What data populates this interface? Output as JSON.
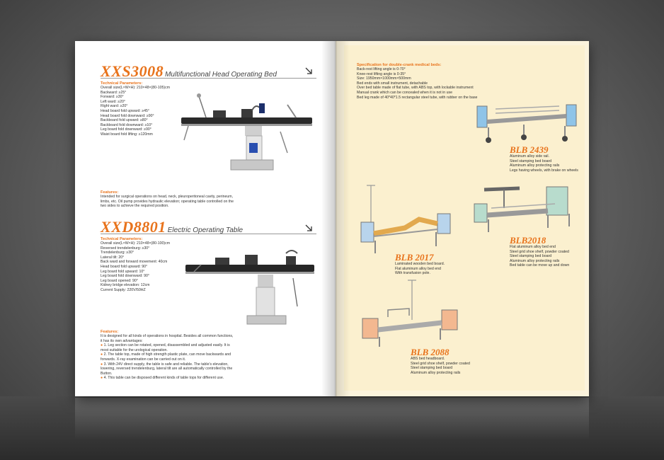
{
  "left_page": {
    "product1": {
      "code": "XXS3008",
      "name": "Multifunctional Head Operating Bed",
      "params_heading": "Technical Parameters:",
      "params": [
        "Overall size(L×W×H): 210×48×(80-105)cm",
        "Backward: ≥25°",
        "Forward: ≥30°",
        "Left ward: ≥20°",
        "Right ward: ≥20°",
        "Head board fold upward: ≥45°",
        "Head board fold downward: ≥90°",
        "Backboard fold upward: ≥80°",
        "Backboard fold downward: ≥10°",
        "Leg board fold downward: ≥90°",
        "Waist board fold lifting: ≥120mm"
      ],
      "features_heading": "Features:",
      "features": [
        "Intended for surgical operations on head, neck, pleuroperitoneal cavity, perineum,",
        "limbs, etc. Oil pump provides hydraulic elevation; operating table controlled on the",
        "two sides to achieve the required position."
      ]
    },
    "product2": {
      "code": "XXD8801",
      "name": "Electric Operating Table",
      "params_heading": "Technical Parameters:",
      "params": [
        "Overall size(L×W×H): 210×48×(80-100)cm",
        "Reversed trendelenburg: ≥30°",
        "Trendelenburg: ≥30°",
        "Lateral tilt: 20°",
        "Back ward and forward movement: 40cm",
        "Head board fold upward: 90°",
        "Leg board fold upward: 10°",
        "Leg board fold downward: 90°",
        "Leg board opened: 90°",
        "Kidney bridge elevation: 12cm",
        "Current Supply: 220V/50HZ"
      ],
      "features_heading": "Features:",
      "features_intro": [
        "It is  designed for all kinds of operations in hospital. Besides all common functions,",
        "it has its own advantages:"
      ],
      "features": [
        [
          "1. Leg section can be rotated, opened, disassembled and adjusted easily. It is",
          "most suitable for the urological operation."
        ],
        [
          "2. The table top, made of high strength plastic plate, can move backwards and",
          "forwards. X-ray examination can be carried out on it."
        ],
        [
          "3. With 24V direct supply, the table is safe and reliable. The table's elevation,",
          "lowering, reversed trendelenburg, lateral tilt are all automatically controlled by the",
          "Button."
        ],
        [
          "4. This table can be disposed different kinds of table tops for different use."
        ]
      ]
    }
  },
  "right_page": {
    "spec_heading": "Specification for double-crank medical beds:",
    "spec": [
      "Back-rest lifting angle is 0-70°",
      "Knee-rest lifting angle is 0-35°",
      "Size: 1950mm×1000mm×500mm",
      "Bed ends with small instrument, detachable",
      "Over bed table made of flat tube, with ABS top, with lockable instrument",
      "Manual crank which can be concealed when it is not in use",
      "Bed leg made of 40*40*1.5 rectangular steel tube, with rubber on the base"
    ],
    "beds": [
      {
        "code": "BLB 2439",
        "lines": [
          "Aluminum alloy side rail.",
          "Steel stamping bed board",
          "Aluminum alloy protecting rails",
          "Legs having wheels, with brake on wheels"
        ]
      },
      {
        "code": "BLB2018",
        "lines": [
          "Flat aluminum alloy bed end",
          "Steel grid shoe shelf, powder coated",
          "Steel stamping bed board",
          "Aluminum alloy protecting rails",
          "Bed table can be move up and down"
        ]
      },
      {
        "code": "BLB 2017",
        "lines": [
          "Laminated wooden bed board.",
          "Flat aluminum alloy bed end",
          "With transfusion pole."
        ]
      },
      {
        "code": "BLB 2088",
        "lines": [
          "ABS bed headboard.",
          "Steel grid shoe shelf, powder coated",
          "Steel stamping bed board",
          "Aluminum alloy protecting rails"
        ]
      }
    ]
  },
  "colors": {
    "accent": "#e8731c",
    "left_page": "#ffffff",
    "right_page": "#fbf0cf",
    "background": "#6e6e6e"
  },
  "icons": [
    "arrow-down-right-icon"
  ]
}
